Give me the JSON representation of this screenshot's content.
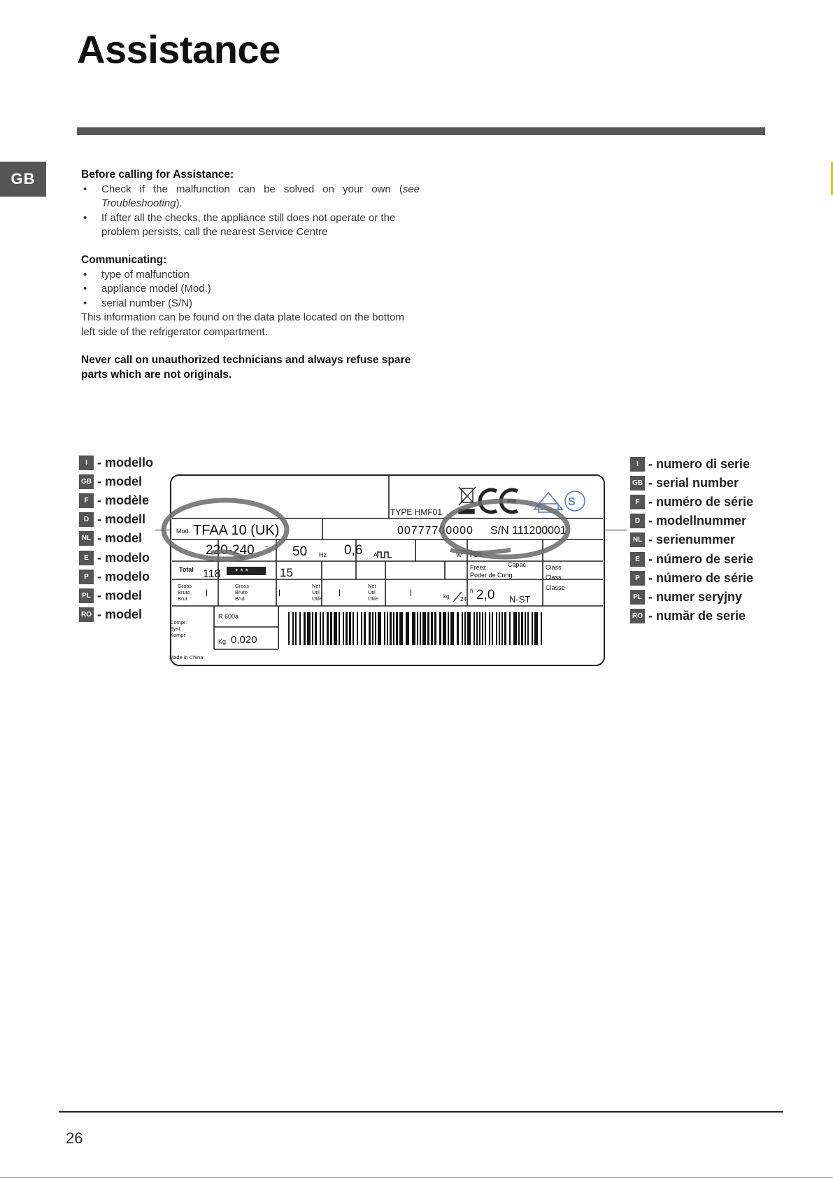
{
  "header": {
    "title": "Assistance"
  },
  "side_tab": "GB",
  "before": {
    "heading": "Before calling for Assistance:",
    "b1_text": "Check if the malfunction can be solved on your own (",
    "b1_em": "see Troubleshooting",
    "b1_end": ").",
    "b2": "If after all the checks, the appliance still does not operate or the problem persists, call the nearest Service Centre"
  },
  "communicating": {
    "heading": "Communicating:",
    "items": [
      "type of malfunction",
      "appliance model (Mod.)",
      "serial number (S/N)"
    ],
    "info": "This information can be found on the data plate located on the bottom left side of the refrigerator compartment."
  },
  "warning": "Never call on unauthorized technicians and always refuse spare parts which are not originals.",
  "model_labels": [
    {
      "code": "I",
      "text": "- modello"
    },
    {
      "code": "GB",
      "text": "- model"
    },
    {
      "code": "F",
      "text": "- modèle"
    },
    {
      "code": "D",
      "text": "- modell"
    },
    {
      "code": "NL",
      "text": "- model"
    },
    {
      "code": "E",
      "text": "- modelo"
    },
    {
      "code": "P",
      "text": "- modelo"
    },
    {
      "code": "PL",
      "text": "- model"
    },
    {
      "code": "RO",
      "text": "- model"
    }
  ],
  "serial_labels": [
    {
      "code": "I",
      "text": "- numero di serie"
    },
    {
      "code": "GB",
      "text": "- serial number"
    },
    {
      "code": "F",
      "text": "- numéro de série"
    },
    {
      "code": "D",
      "text": "- modellnummer"
    },
    {
      "code": "NL",
      "text": "- serienummer"
    },
    {
      "code": "E",
      "text": "- número de serie"
    },
    {
      "code": "P",
      "text": "- número de série"
    },
    {
      "code": "PL",
      "text": "- numer seryjny"
    },
    {
      "code": "RO",
      "text": "- număr de serie"
    }
  ],
  "plate": {
    "type": "TYPE HMF01",
    "mod_label": "Mod.",
    "model": "TFAA 10 (UK)",
    "code": "00777700000",
    "serial": "S/N 111200001",
    "voltage": "220-240",
    "voltage_unit": "~",
    "freq": "50",
    "freq_unit": "Hz",
    "current": "0,6",
    "current_unit": "A",
    "watt_unit": "W",
    "fuse": "Fus.",
    "total_label": "Total",
    "total_value": "118",
    "stars": "* * *",
    "star_value": "15",
    "gross_label": [
      "Gross",
      "Bruto",
      "Brut"
    ],
    "net_label": [
      "Net",
      "Util",
      "Utile"
    ],
    "litre": "l",
    "freez_label": [
      "Freez.",
      "Poder de Cong."
    ],
    "capac": "Capac",
    "class_label": [
      "Class",
      "Class",
      "Classe"
    ],
    "kg_label": "kg",
    "h_label": "h",
    "h24": "24",
    "freez_value": "2,0",
    "climate": "N-ST",
    "compr_label": [
      "Compr.",
      "Syst.",
      "Kompr"
    ],
    "refrigerant": "R 600a",
    "kg_small": "Kg",
    "refrigerant_qty": "0,020",
    "made_in": "Made in China"
  },
  "footer": {
    "page": "26"
  }
}
